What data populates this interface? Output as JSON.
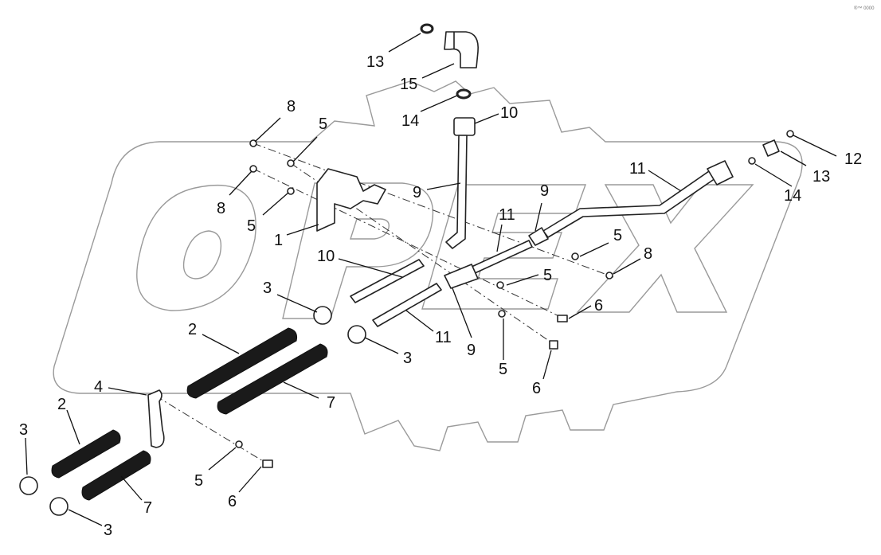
{
  "watermark": {
    "text": "OPEX",
    "color": "#9a9a9a"
  },
  "corner_mark": "®™ 0000",
  "callouts": [
    {
      "id": "c13a",
      "label": "13"
    },
    {
      "id": "c15",
      "label": "15"
    },
    {
      "id": "c14a",
      "label": "14"
    },
    {
      "id": "c10a",
      "label": "10"
    },
    {
      "id": "c8a",
      "label": "8"
    },
    {
      "id": "c5a",
      "label": "5"
    },
    {
      "id": "c8b",
      "label": "8"
    },
    {
      "id": "c5b",
      "label": "5"
    },
    {
      "id": "c1",
      "label": "1"
    },
    {
      "id": "c9a",
      "label": "9"
    },
    {
      "id": "c9b",
      "label": "9"
    },
    {
      "id": "c11a",
      "label": "11"
    },
    {
      "id": "c11b",
      "label": "11"
    },
    {
      "id": "c12",
      "label": "12"
    },
    {
      "id": "c13b",
      "label": "13"
    },
    {
      "id": "c14b",
      "label": "14"
    },
    {
      "id": "c5c",
      "label": "5"
    },
    {
      "id": "c8c",
      "label": "8"
    },
    {
      "id": "c10b",
      "label": "10"
    },
    {
      "id": "c5d",
      "label": "5"
    },
    {
      "id": "c3a",
      "label": "3"
    },
    {
      "id": "c6a",
      "label": "6"
    },
    {
      "id": "c2a",
      "label": "2"
    },
    {
      "id": "c11c",
      "label": "11"
    },
    {
      "id": "c9c",
      "label": "9"
    },
    {
      "id": "c3b",
      "label": "3"
    },
    {
      "id": "c5e",
      "label": "5"
    },
    {
      "id": "c6b",
      "label": "6"
    },
    {
      "id": "c4",
      "label": "4"
    },
    {
      "id": "c7a",
      "label": "7"
    },
    {
      "id": "c2b",
      "label": "2"
    },
    {
      "id": "c3c",
      "label": "3"
    },
    {
      "id": "c5f",
      "label": "5"
    },
    {
      "id": "c6c",
      "label": "6"
    },
    {
      "id": "c7b",
      "label": "7"
    },
    {
      "id": "c3d",
      "label": "3"
    }
  ]
}
